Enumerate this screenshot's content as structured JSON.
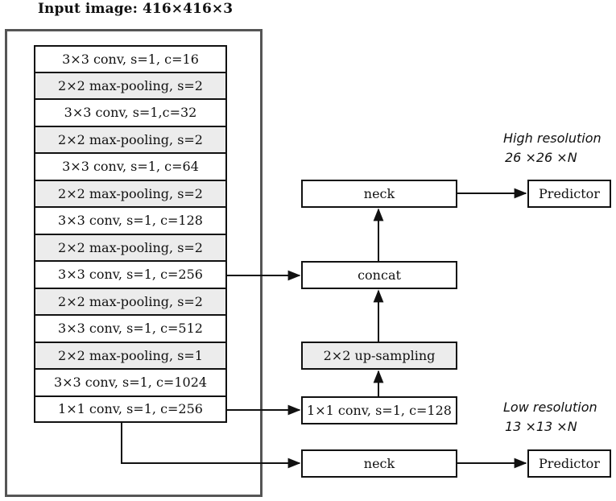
{
  "title": "Input image: 416×416×3",
  "backbone_layers": [
    {
      "label": "3×3 conv, s=1, c=16",
      "shaded": false
    },
    {
      "label": "2×2 max-pooling, s=2",
      "shaded": true
    },
    {
      "label": "3×3 conv, s=1,c=32",
      "shaded": false
    },
    {
      "label": "2×2 max-pooling, s=2",
      "shaded": true
    },
    {
      "label": "3×3 conv, s=1, c=64",
      "shaded": false
    },
    {
      "label": "2×2 max-pooling, s=2",
      "shaded": true
    },
    {
      "label": "3×3 conv, s=1, c=128",
      "shaded": false
    },
    {
      "label": "2×2 max-pooling, s=2",
      "shaded": true
    },
    {
      "label": "3×3 conv, s=1, c=256",
      "shaded": false
    },
    {
      "label": "2×2 max-pooling, s=2",
      "shaded": true
    },
    {
      "label": "3×3 conv, s=1, c=512",
      "shaded": false
    },
    {
      "label": "2×2 max-pooling, s=1",
      "shaded": true
    },
    {
      "label": "3×3 conv, s=1, c=1024",
      "shaded": false
    },
    {
      "label": "1×1 conv, s=1, c=256",
      "shaded": false
    }
  ],
  "high_branch": {
    "neck": "neck",
    "concat": "concat",
    "upsample": "2×2 up-sampling",
    "conv": "1×1 conv, s=1, c=128",
    "predictor": "Predictor",
    "resolution_title": "High resolution",
    "resolution_dims": "26 ×26 ×N"
  },
  "low_branch": {
    "neck": "neck",
    "predictor": "Predictor",
    "resolution_title": "Low resolution",
    "resolution_dims": "13 ×13 ×N"
  }
}
